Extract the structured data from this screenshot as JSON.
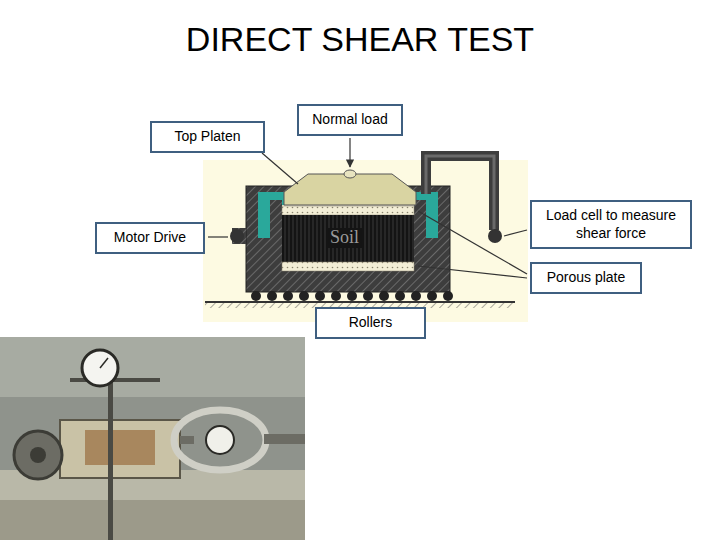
{
  "diagram": {
    "title": "DIRECT SHEAR TEST",
    "nodes": [
      {
        "text": [
          "Top Platen"
        ]
      },
      {
        "text": [
          "Normal load"
        ]
      },
      {
        "text": [
          "Motor Drive"
        ]
      },
      {
        "text": [
          "Load cell to measure shear force"
        ]
      },
      {
        "text": [
          "Porous plate"
        ]
      },
      {
        "text": [
          "Rollers"
        ]
      }
    ],
    "labels": [
      "Soil"
    ]
  }
}
